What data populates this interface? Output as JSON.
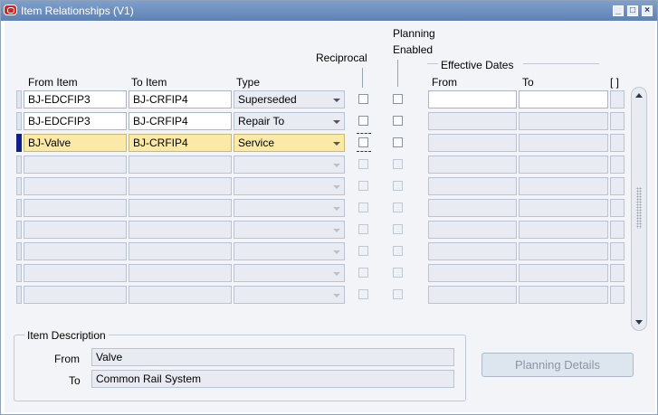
{
  "window": {
    "title": "Item Relationships (V1)"
  },
  "headers": {
    "from_item": "From Item",
    "to_item": "To Item",
    "type": "Type",
    "reciprocal": "Reciprocal",
    "planning_enabled_1": "Planning",
    "planning_enabled_2": "Enabled",
    "effective_dates": "Effective Dates",
    "eff_from": "From",
    "eff_to": "To",
    "flex": "[ ]"
  },
  "rows": [
    {
      "from_item": "BJ-EDCFIP3",
      "to_item": "BJ-CRFIP4",
      "type": "Superseded"
    },
    {
      "from_item": "BJ-EDCFIP3",
      "to_item": "BJ-CRFIP4",
      "type": "Repair To"
    },
    {
      "from_item": "BJ-Valve",
      "to_item": "BJ-CRFIP4",
      "type": "Service"
    },
    {
      "from_item": "",
      "to_item": "",
      "type": ""
    },
    {
      "from_item": "",
      "to_item": "",
      "type": ""
    },
    {
      "from_item": "",
      "to_item": "",
      "type": ""
    },
    {
      "from_item": "",
      "to_item": "",
      "type": ""
    },
    {
      "from_item": "",
      "to_item": "",
      "type": ""
    },
    {
      "from_item": "",
      "to_item": "",
      "type": ""
    },
    {
      "from_item": "",
      "to_item": "",
      "type": ""
    }
  ],
  "item_description": {
    "group_label": "Item Description",
    "from_label": "From",
    "from_value": "Valve",
    "to_label": "To",
    "to_value": "Common Rail System"
  },
  "buttons": {
    "planning_details": "Planning Details"
  },
  "colors": {
    "current_record": "#fbeaa7",
    "title_bar": "#6a8dbd"
  }
}
